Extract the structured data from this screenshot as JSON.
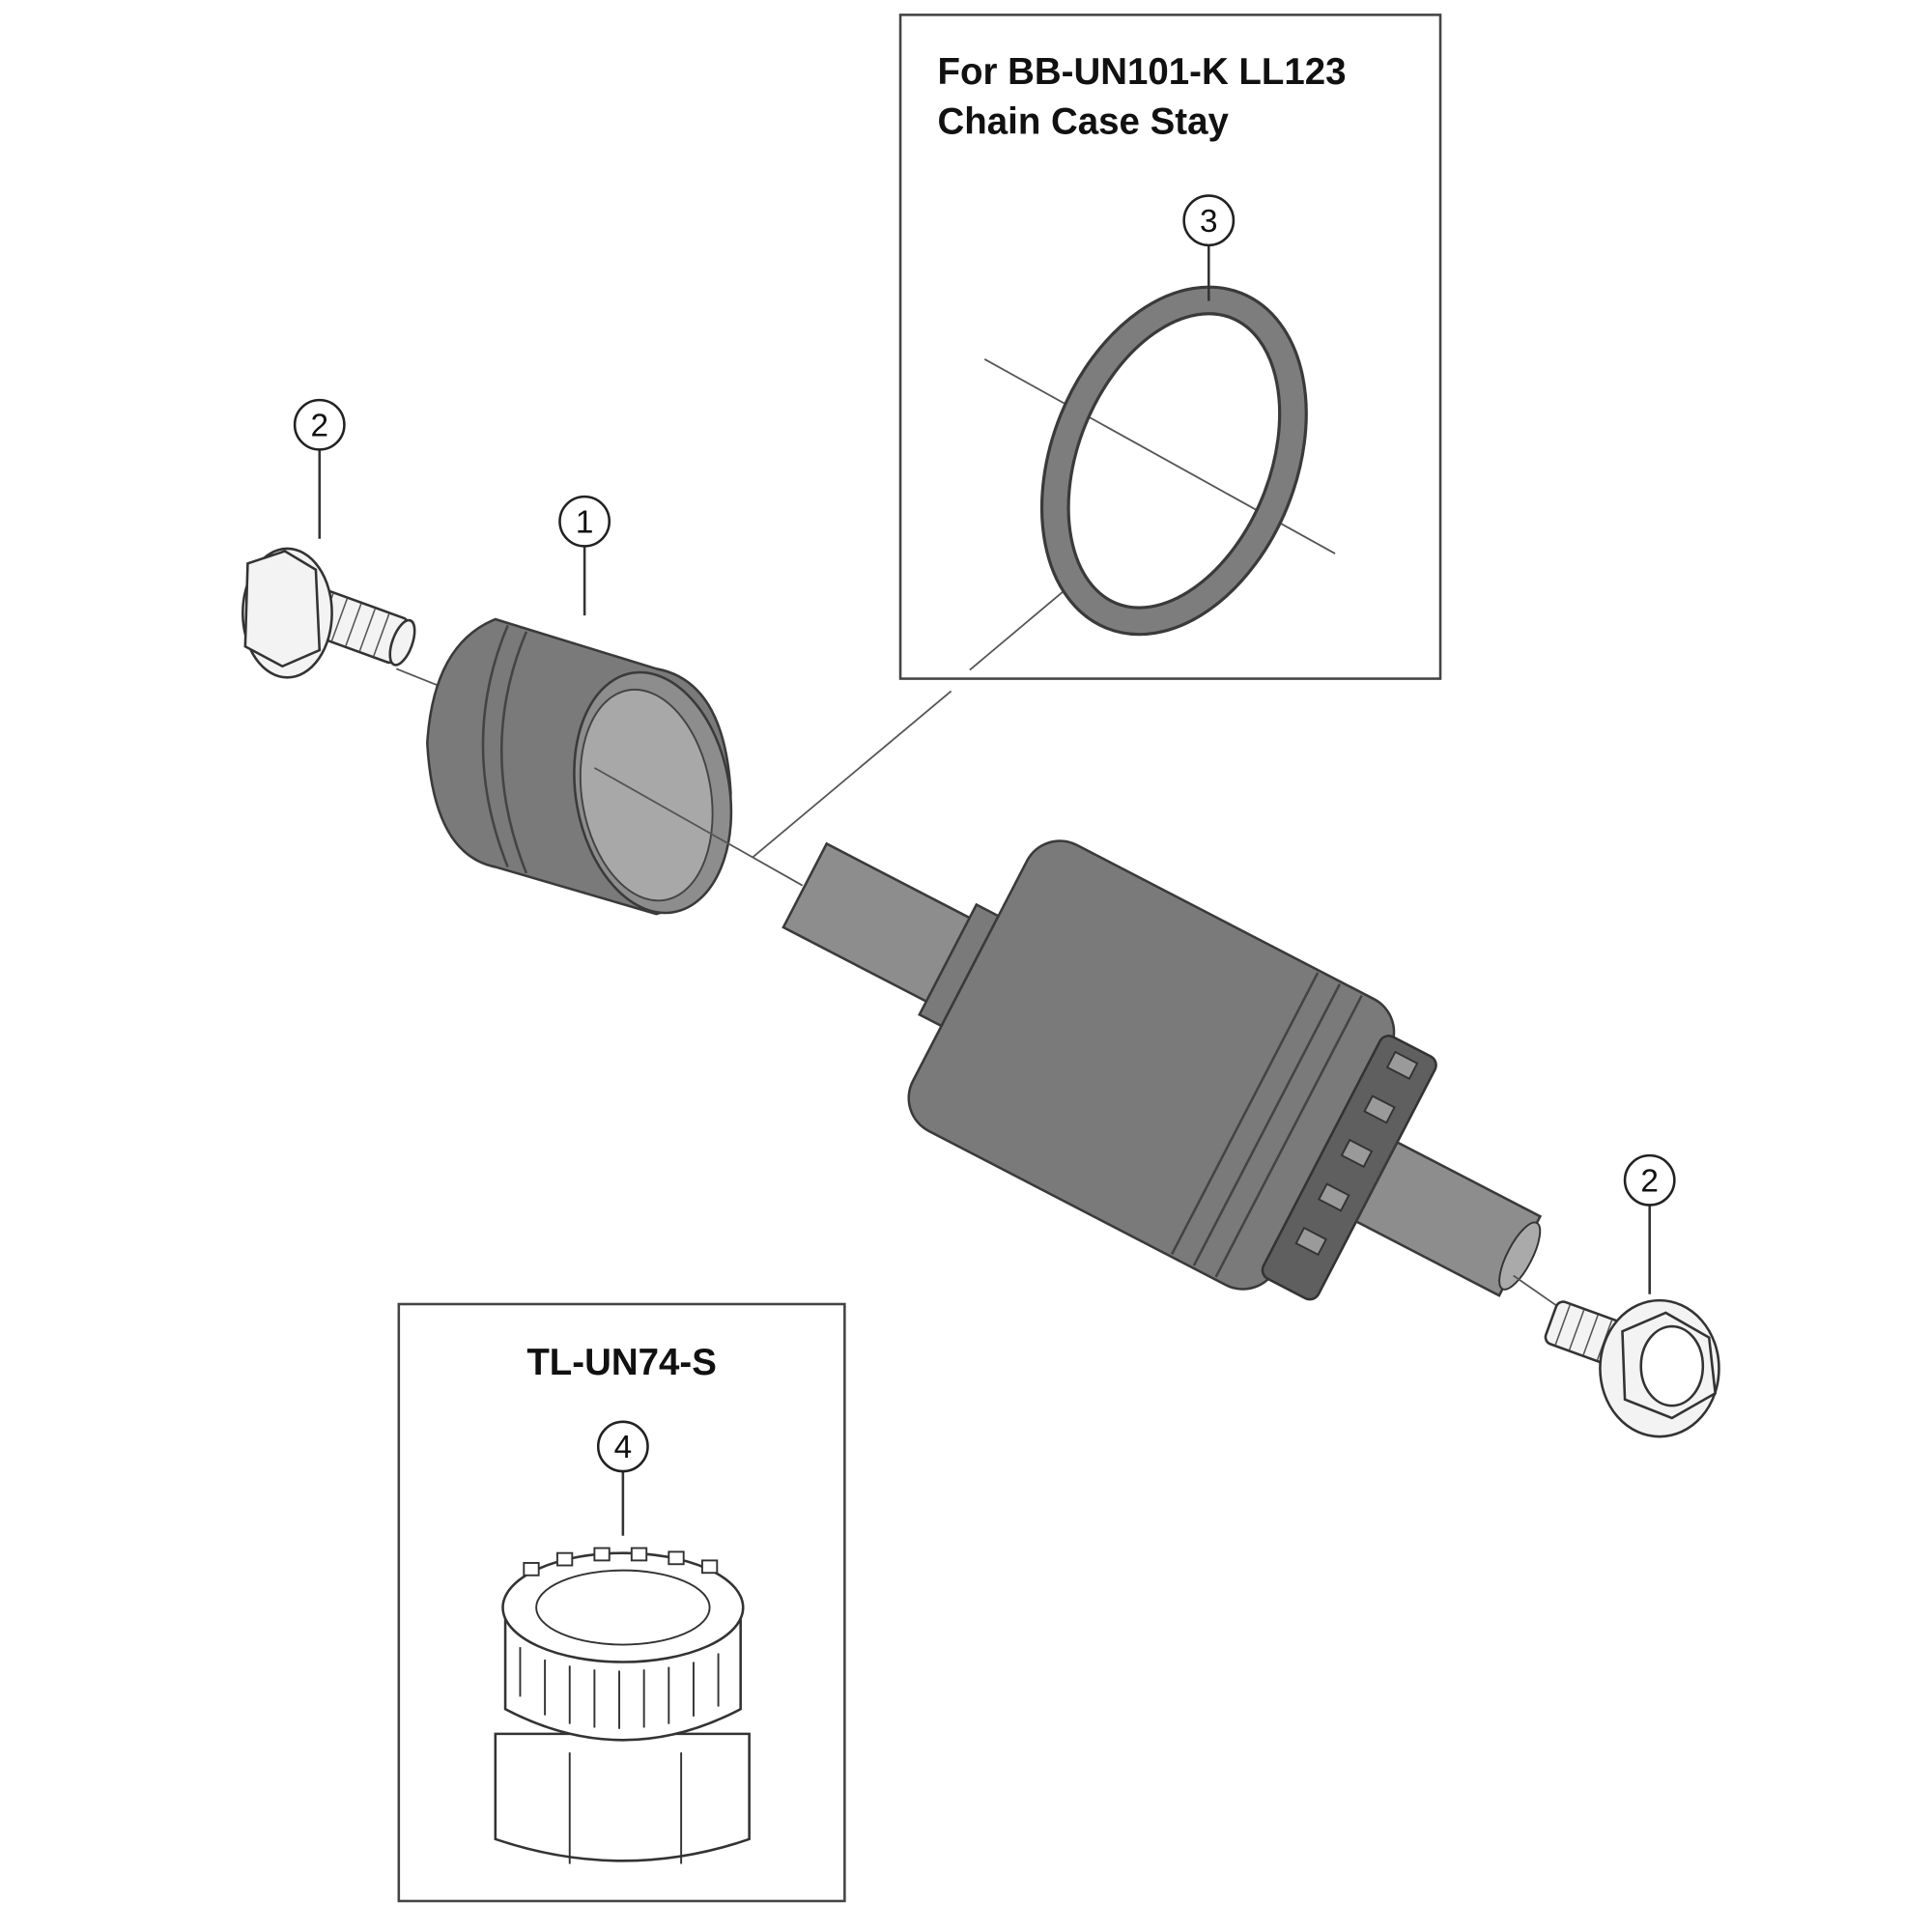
{
  "insets": {
    "chain_case_stay": {
      "title_line1": "For BB-UN101-K LL123",
      "title_line2": "Chain Case Stay"
    },
    "tool": {
      "title": "TL-UN74-S"
    }
  },
  "callouts": {
    "adapter_cup": "1",
    "bolt_left": "2",
    "bolt_right": "2",
    "ring": "3",
    "tool": "4"
  },
  "colors": {
    "part_fill": "#7a7a7a",
    "outline": "#333333",
    "background": "#ffffff"
  }
}
